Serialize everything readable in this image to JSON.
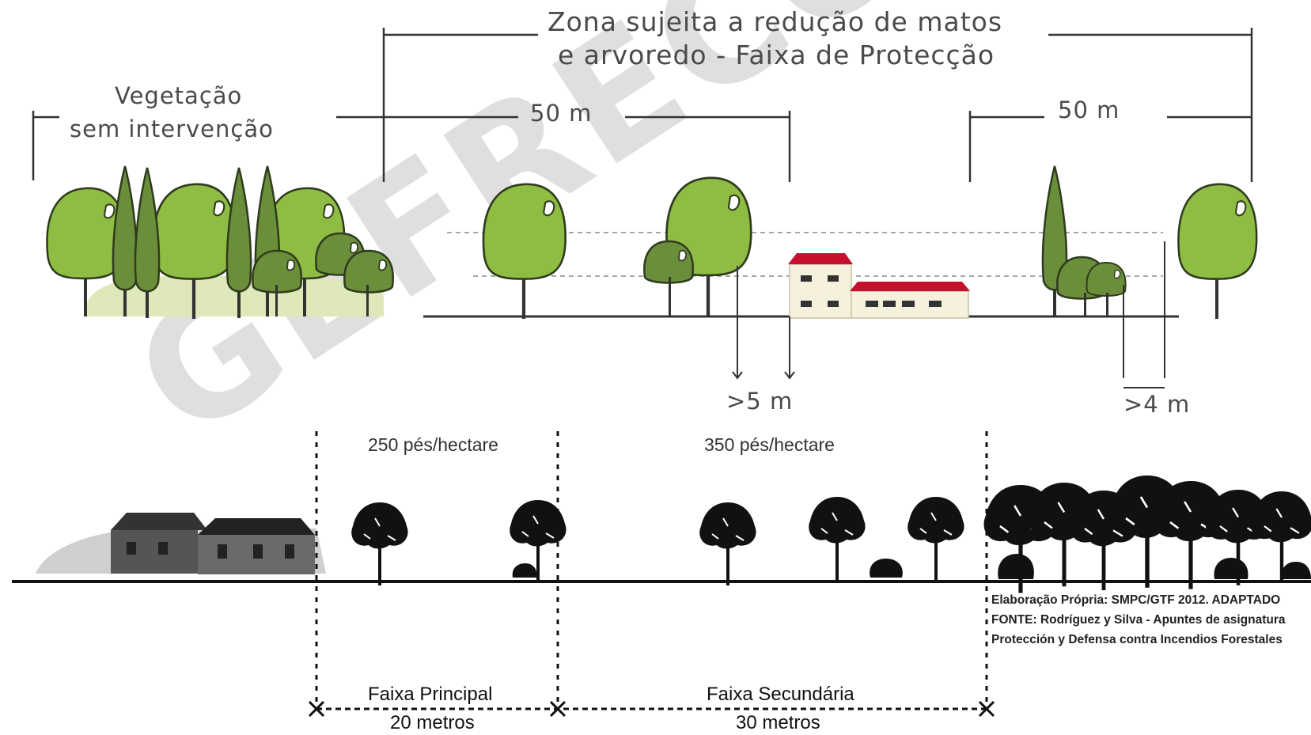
{
  "top": {
    "zone_title_line1": "Zona sujeita a redução de matos",
    "zone_title_line2": "e arvoredo - Faixa de Protecção",
    "vegetation_line1": "Vegetação",
    "vegetation_line2": "sem intervenção",
    "dist_left": "50 m",
    "dist_right": "50 m",
    "clearance_crown": ">5 m",
    "clearance_side": ">4 m"
  },
  "bottom": {
    "density_principal": "250 pés/hectare",
    "density_secundaria": "350 pés/hectare",
    "faixa_principal": "Faixa Principal",
    "faixa_principal_width": "20 metros",
    "faixa_secundaria": "Faixa Secundária",
    "faixa_secundaria_width": "30 metros"
  },
  "credit": {
    "line1": "Elaboração Própria: SMPC/GTF 2012. ADAPTADO",
    "line2": "FONTE: Rodríguez y Silva - Apuntes de asignatura",
    "line3": "Protección y Defensa contra Incendios Forestales"
  },
  "watermark": "GEFRECON",
  "colors": {
    "tree_light": "#8fbc43",
    "tree_dark": "#6b8e3a",
    "roof": "#c8102e",
    "house_wall": "#f6f1dc",
    "silhouette": "#111111"
  }
}
